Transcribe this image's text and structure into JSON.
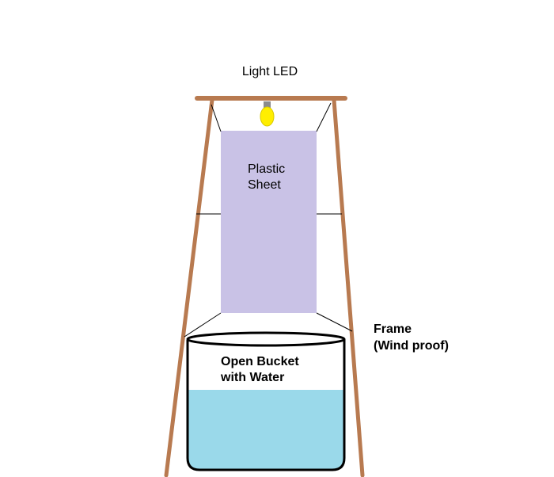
{
  "labels": {
    "light": "Light LED",
    "sheet_line1": "Plastic",
    "sheet_line2": "Sheet",
    "frame_line1": "Frame",
    "frame_line2": "(Wind proof)",
    "bucket_line1": "Open Bucket",
    "bucket_line2": "with Water"
  },
  "colors": {
    "frame": "#b87a50",
    "sheet": "#c9c2e6",
    "water": "#9ad9ea",
    "bulb": "#ffee00",
    "bulb_outline": "#d8c800",
    "socket": "#8c8c8c",
    "string": "#000000",
    "bucket_outline": "#000000"
  },
  "icons": {
    "light": "led-bulb-icon"
  }
}
